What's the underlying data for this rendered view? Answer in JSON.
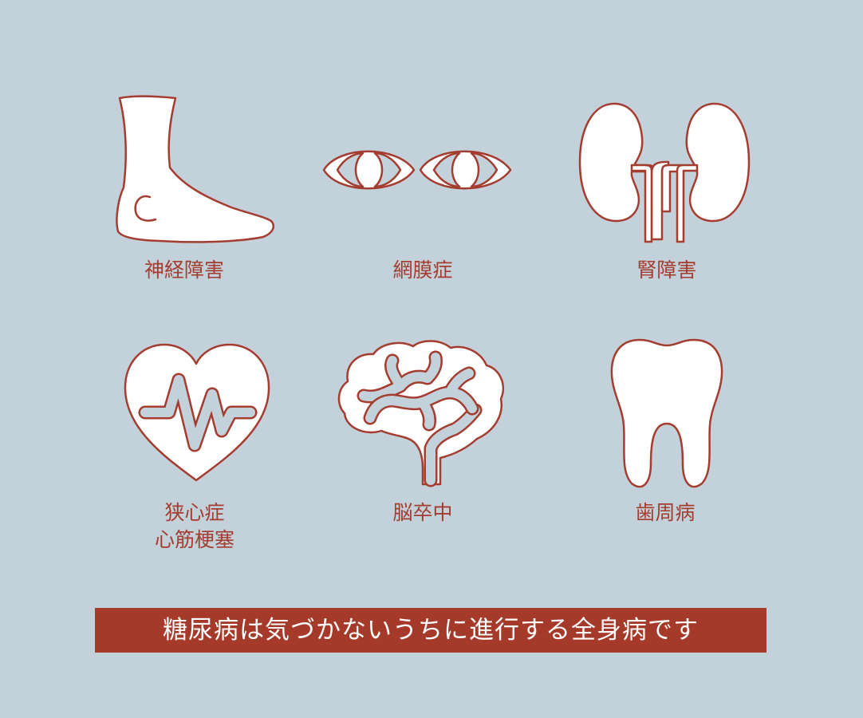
{
  "items": [
    {
      "label": "神経障害",
      "icon": "foot-icon"
    },
    {
      "label": "網膜症",
      "icon": "eyes-icon"
    },
    {
      "label": "腎障害",
      "icon": "kidneys-icon"
    },
    {
      "label": "狭心症\n心筋梗塞",
      "icon": "heart-icon"
    },
    {
      "label": "脳卒中",
      "icon": "brain-icon"
    },
    {
      "label": "歯周病",
      "icon": "tooth-icon"
    }
  ],
  "banner": "糖尿病は気づかないうちに進行する全身病です",
  "colors": {
    "background": "#c3d2da",
    "accent": "#a53a2a",
    "icon_fill": "#ffffff"
  }
}
